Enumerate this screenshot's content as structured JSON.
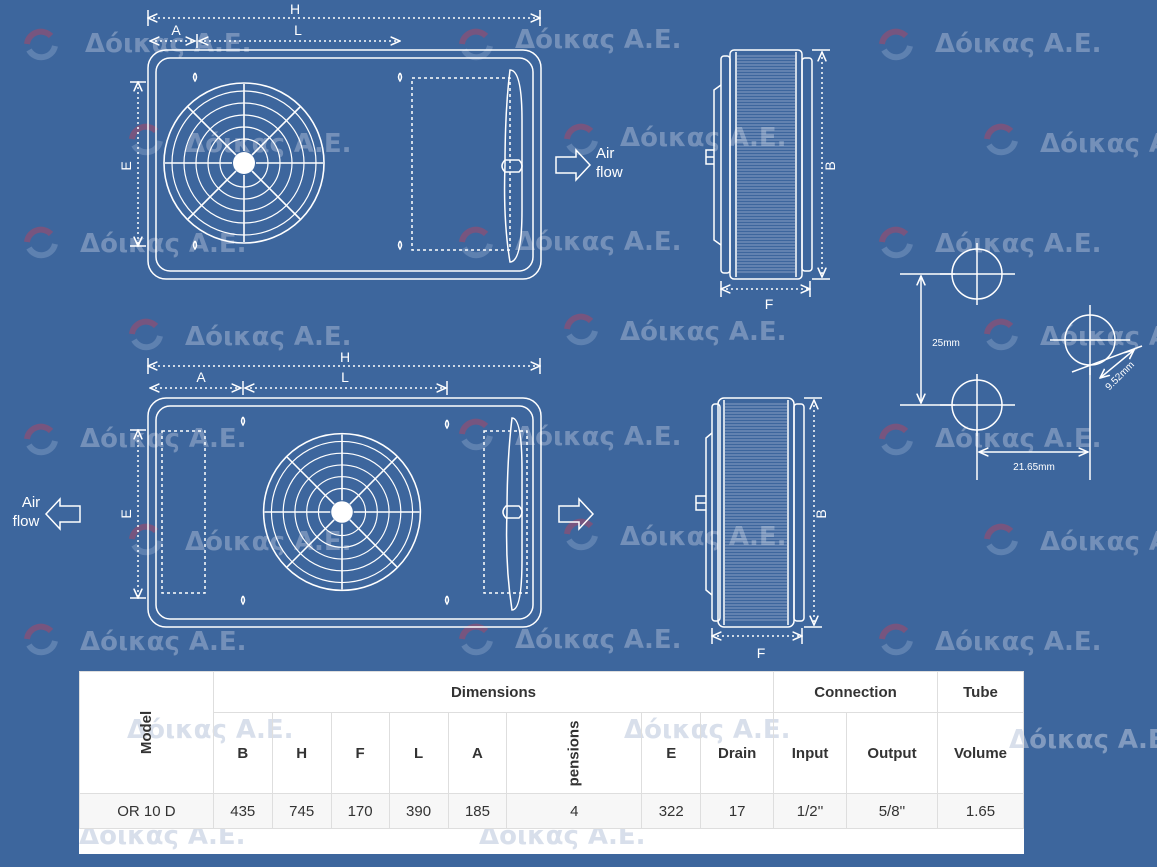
{
  "watermark": {
    "text": "Δόικας Α.Ε."
  },
  "top_view": {
    "dim_H": "H",
    "dim_A": "A",
    "dim_L": "L",
    "dim_E": "E",
    "air_line1": "Air",
    "air_line2": "flow"
  },
  "top_side": {
    "dim_B": "B",
    "dim_F": "F"
  },
  "bottom_view": {
    "dim_H": "H",
    "dim_A": "A",
    "dim_L": "L",
    "dim_E": "E",
    "air_line1": "Air",
    "air_line2": "flow"
  },
  "bottom_side": {
    "dim_B": "B",
    "dim_F": "F"
  },
  "tube_detail": {
    "spacing": "25mm",
    "diameter": "9.52mm",
    "offset": "21.65mm"
  },
  "table": {
    "group_headers": {
      "dimensions": "Dimensions",
      "connection": "Connection",
      "tube": "Tube"
    },
    "model_header": "Model",
    "sub_headers": [
      "B",
      "H",
      "F",
      "L",
      "A",
      "pensions",
      "E",
      "Drain",
      "Input",
      "Output",
      "Volume"
    ],
    "row": [
      "OR 10 D",
      "435",
      "745",
      "170",
      "390",
      "185",
      "4",
      "322",
      "17",
      "1/2''",
      "5/8''",
      "1.65"
    ]
  },
  "colors": {
    "background": "#3d669d",
    "line": "#ffffff",
    "table_bg": "#ffffff"
  }
}
